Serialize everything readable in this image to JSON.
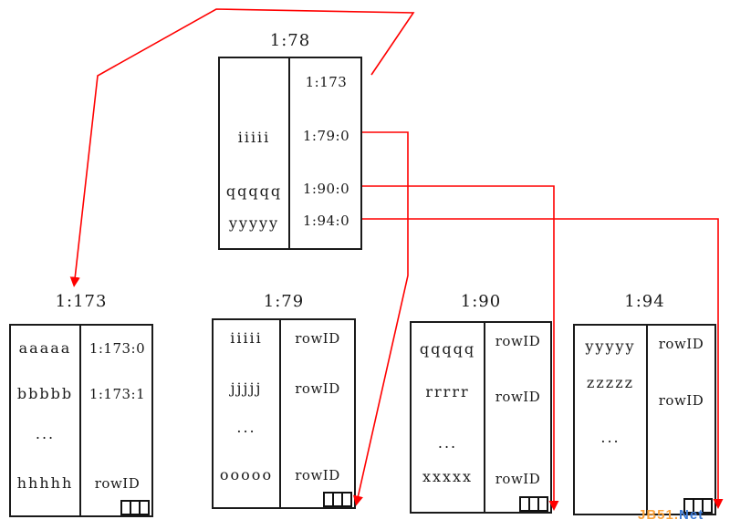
{
  "diagram": {
    "description": "B-tree index structure: root index page pointing to leaf pages",
    "root": {
      "title": "1:78",
      "left_cells": [
        "",
        "iiiii",
        "qqqqq",
        "yyyyy"
      ],
      "right_cells": [
        "1:173",
        "1:79:0",
        "1:90:0",
        "1:94:0"
      ]
    },
    "leaves": [
      {
        "title": "1:173",
        "left_cells": [
          "aaaaa",
          "bbbbb",
          "...",
          "hhhhh"
        ],
        "right_cells": [
          "1:173:0",
          "1:173:1",
          "",
          "rowID"
        ]
      },
      {
        "title": "1:79",
        "left_cells": [
          "iiiii",
          "jjjjj",
          "...",
          "ooooo"
        ],
        "right_cells": [
          "rowID",
          "rowID",
          "",
          "rowID"
        ]
      },
      {
        "title": "1:90",
        "left_cells": [
          "qqqqq",
          "rrrrr",
          "...",
          "xxxxx"
        ],
        "right_cells": [
          "rowID",
          "rowID",
          "",
          "rowID"
        ]
      },
      {
        "title": "1:94",
        "left_cells": [
          "yyyyy",
          "zzzzz",
          "..."
        ],
        "right_cells": [
          "rowID",
          "rowID",
          ""
        ]
      }
    ],
    "connections": [
      {
        "from": "1:78 pointer 1:173",
        "to": "leaf page 1:173 title"
      },
      {
        "from": "1:78 pointer 1:79:0",
        "to": "leaf page 1:79 slot"
      },
      {
        "from": "1:78 pointer 1:90:0",
        "to": "leaf page 1:90 slot"
      },
      {
        "from": "1:78 pointer 1:94:0",
        "to": "leaf page 1:94 slot"
      }
    ]
  },
  "watermark": {
    "prefix": "JB51.",
    "suffix": "Net"
  },
  "colors": {
    "arrow": "#FF0000",
    "border": "#1A1A1A",
    "text": "#1A1A1A",
    "watermark_prefix": "#FBA33C",
    "watermark_suffix": "#3E7BD6"
  }
}
